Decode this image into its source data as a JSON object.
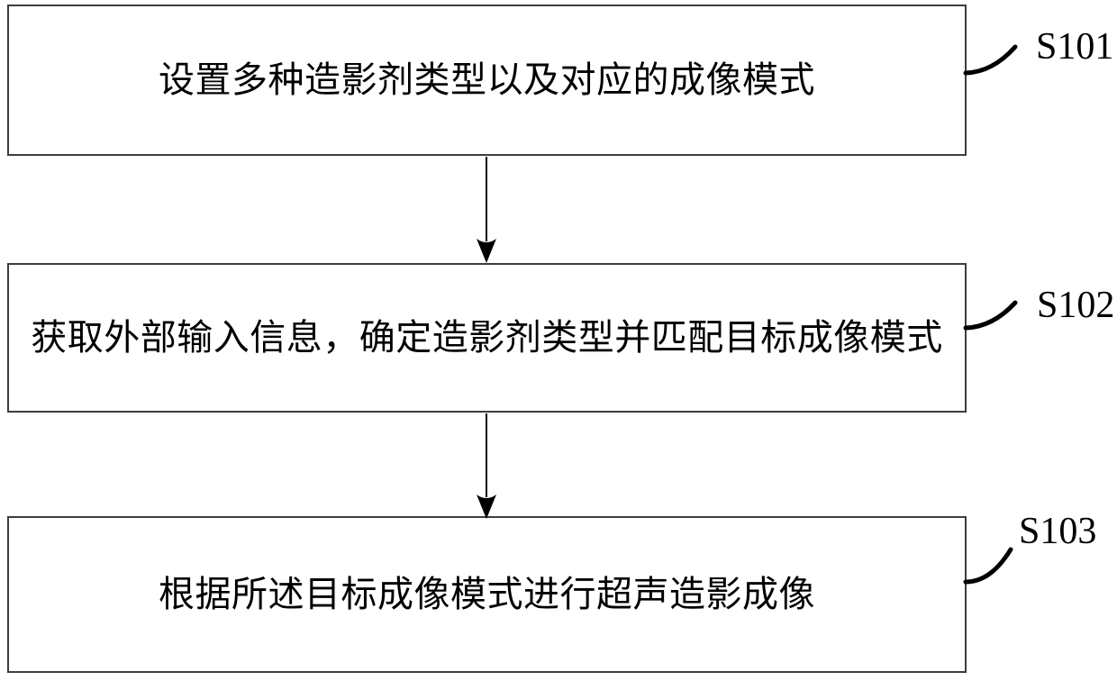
{
  "figure": {
    "type": "flowchart",
    "orientation": "vertical",
    "steps": [
      {
        "label": "S101",
        "text": "设置多种造影剂类型以及对应的成像模式"
      },
      {
        "label": "S102",
        "text": "获取外部输入信息，确定造影剂类型并匹配目标成像模式"
      },
      {
        "label": "S103",
        "text": "根据所述目标成像模式进行超声造影成像"
      }
    ],
    "colors": {
      "background": "#ffffff",
      "box_border": "#3d3d3d",
      "line": "#000000",
      "text": "#000000"
    }
  }
}
